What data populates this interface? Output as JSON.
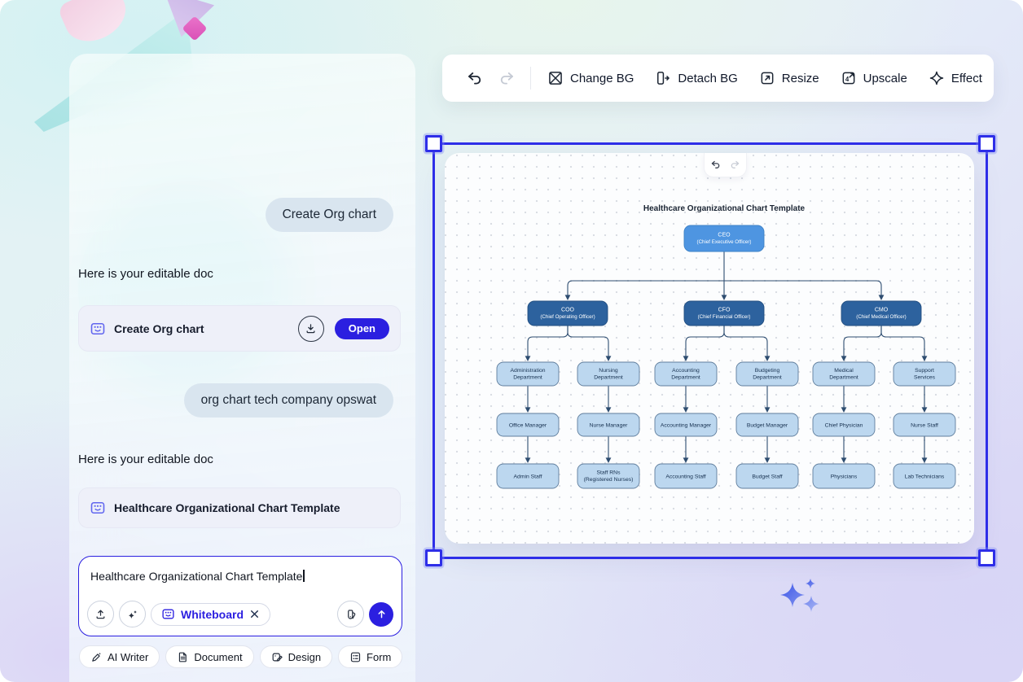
{
  "colors": {
    "accent": "#2b1fe0",
    "selection": "#2e2ee8",
    "bubble_bg": "#d9e5ef"
  },
  "toolbar": {
    "history": [
      {
        "icon": "undo-icon",
        "enabled": true
      },
      {
        "icon": "redo-icon",
        "enabled": false
      }
    ],
    "buttons": [
      {
        "label": "Change BG",
        "icon": "image-off-icon"
      },
      {
        "label": "Detach BG",
        "icon": "detach-icon"
      },
      {
        "label": "Resize",
        "icon": "resize-icon"
      },
      {
        "label": "Upscale",
        "icon": "upscale-4-icon"
      },
      {
        "label": "Effect",
        "icon": "effect-star-icon"
      }
    ]
  },
  "chat": {
    "user_message_1": "Create Org chart",
    "assistant_text_1": "Here is your editable doc",
    "doc_card_1": {
      "icon": "whiteboard-icon",
      "title": "Create Org chart",
      "download_icon": "download-icon",
      "open_label": "Open"
    },
    "user_message_2": "org chart tech company opswat",
    "assistant_text_2": "Here is your editable doc",
    "doc_card_2": {
      "icon": "whiteboard-icon",
      "title": "Healthcare Organizational Chart Template"
    },
    "composer": {
      "value": "Healthcare Organizational Chart Template",
      "attachment_chip": "Whiteboard",
      "icons": [
        "upload-icon",
        "sparkles-icon",
        "whiteboard-icon",
        "close-icon",
        "palette-icon",
        "send-arrow-icon"
      ]
    },
    "quick_actions": [
      {
        "label": "AI Writer",
        "icon": "pen-sparkle-icon"
      },
      {
        "label": "Document",
        "icon": "document-icon"
      },
      {
        "label": "Design",
        "icon": "design-icon"
      },
      {
        "label": "Form",
        "icon": "form-icon"
      }
    ]
  },
  "whiteboard": {
    "title": "Healthcare Organizational Chart Template",
    "mini_history": [
      {
        "icon": "undo-icon",
        "enabled": true
      },
      {
        "icon": "redo-icon",
        "enabled": false
      }
    ],
    "root": {
      "label": "CEO",
      "sub": "(Chief Executive Officer)"
    },
    "branches": [
      {
        "head": {
          "label": "COO",
          "sub": "(Chief Operating Officer)"
        },
        "columns": [
          {
            "department": [
              "Administration",
              "Department"
            ],
            "manager": [
              "Office Manager"
            ],
            "staff": [
              "Admin Staff"
            ]
          },
          {
            "department": [
              "Nursing",
              "Department"
            ],
            "manager": [
              "Nurse Manager"
            ],
            "staff": [
              "Staff RNs",
              "(Registered Nurses)"
            ]
          }
        ]
      },
      {
        "head": {
          "label": "CFO",
          "sub": "(Chief Financial Officer)"
        },
        "columns": [
          {
            "department": [
              "Accounting",
              "Department"
            ],
            "manager": [
              "Accounting Manager"
            ],
            "staff": [
              "Accounting Staff"
            ]
          },
          {
            "department": [
              "Budgeting",
              "Department"
            ],
            "manager": [
              "Budget Manager"
            ],
            "staff": [
              "Budget Staff"
            ]
          }
        ]
      },
      {
        "head": {
          "label": "CMO",
          "sub": "(Chief Medical Officer)"
        },
        "columns": [
          {
            "department": [
              "Medical",
              "Department"
            ],
            "manager": [
              "Chief Physician"
            ],
            "staff": [
              "Physicians"
            ]
          },
          {
            "department": [
              "Support",
              "Services"
            ],
            "manager": [
              "Nurse Staff"
            ],
            "staff": [
              "Lab Technicians"
            ]
          }
        ]
      }
    ],
    "colors": {
      "root_fill": "#4e95e1",
      "root_border": "#3f82c6",
      "head_fill": "#2d629e",
      "head_border": "#234f80",
      "node_fill": "#bcd7ef",
      "node_border": "#5f7d9c",
      "node_text": "#16304f",
      "connector": "#2e4d70",
      "title_text": "#1a2433"
    }
  }
}
